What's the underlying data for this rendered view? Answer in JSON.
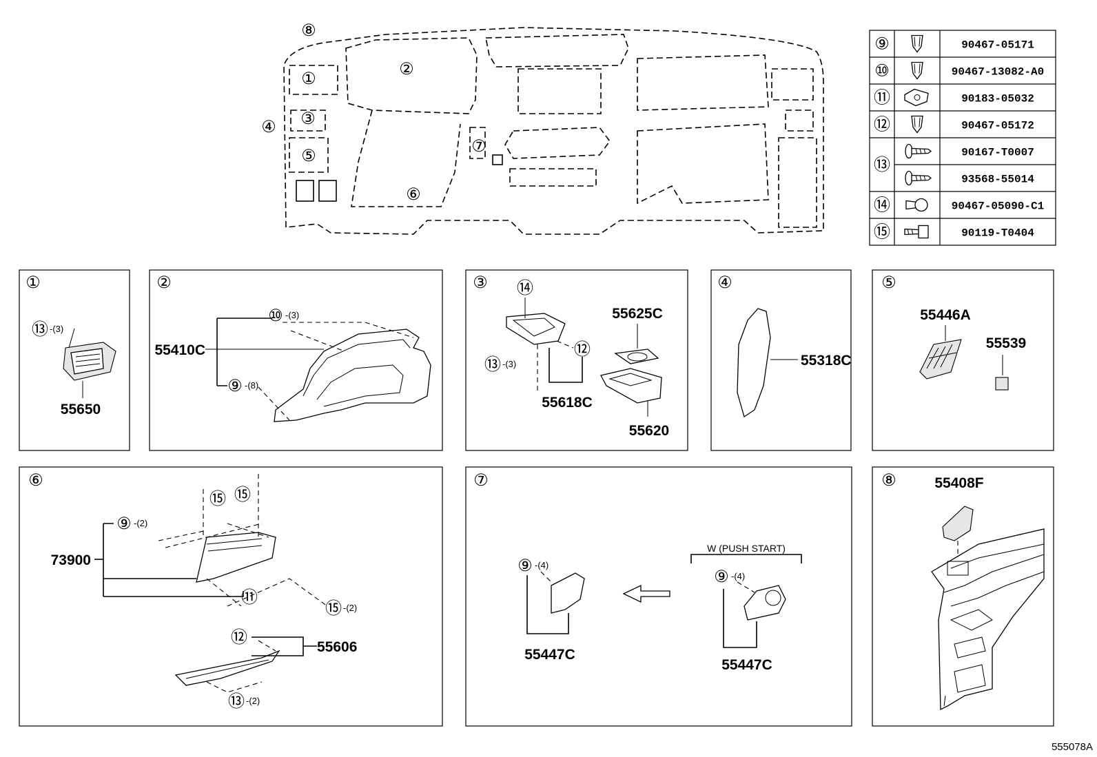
{
  "diagram_code": "555078A",
  "overview_labels": [
    "①",
    "②",
    "③",
    "④",
    "⑤",
    "⑥",
    "⑦",
    "⑧"
  ],
  "fastener_table": [
    {
      "ref": "⑨",
      "icon": "push-clip-icon",
      "part": "90467-05171"
    },
    {
      "ref": "⑩",
      "icon": "push-clip-icon",
      "part": "90467-13082-A0"
    },
    {
      "ref": "⑪",
      "icon": "nut-clip-icon",
      "part": "90183-05032"
    },
    {
      "ref": "⑫",
      "icon": "push-clip-icon",
      "part": "90467-05172"
    },
    {
      "ref": "⑬",
      "icon": "screw-icon",
      "part": "90167-T0007"
    },
    {
      "ref": "",
      "icon": "screw-icon",
      "part": "93568-55014"
    },
    {
      "ref": "⑭",
      "icon": "pin-clip-icon",
      "part": "90467-05090-C1"
    },
    {
      "ref": "⑮",
      "icon": "bolt-icon",
      "part": "90119-T0404"
    }
  ],
  "panels": {
    "p1": {
      "ref": "①",
      "parts": [
        "55650"
      ],
      "callouts": [
        {
          "ref": "⑬",
          "qty": "-(3)"
        }
      ]
    },
    "p2": {
      "ref": "②",
      "parts": [
        "55410C"
      ],
      "callouts": [
        {
          "ref": "⑩",
          "qty": "-(3)"
        },
        {
          "ref": "⑨",
          "qty": "-(8)"
        }
      ]
    },
    "p3": {
      "ref": "③",
      "parts": [
        "55625C",
        "55618C",
        "55620"
      ],
      "callouts": [
        {
          "ref": "⑭",
          "qty": ""
        },
        {
          "ref": "⑫",
          "qty": ""
        },
        {
          "ref": "⑬",
          "qty": "-(3)"
        }
      ]
    },
    "p4": {
      "ref": "④",
      "parts": [
        "55318C"
      ]
    },
    "p5": {
      "ref": "⑤",
      "parts": [
        "55446A",
        "55539"
      ]
    },
    "p6": {
      "ref": "⑥",
      "parts": [
        "73900",
        "55606"
      ],
      "callouts": [
        {
          "ref": "⑮",
          "qty": ""
        },
        {
          "ref": "⑮",
          "qty": ""
        },
        {
          "ref": "⑨",
          "qty": "-(2)"
        },
        {
          "ref": "⑪",
          "qty": ""
        },
        {
          "ref": "⑮",
          "qty": "-(2)"
        },
        {
          "ref": "⑫",
          "qty": ""
        },
        {
          "ref": "⑬",
          "qty": "-(2)"
        }
      ]
    },
    "p7": {
      "ref": "⑦",
      "parts": [
        "55447C",
        "55447C"
      ],
      "variant": "W (PUSH START)",
      "callouts": [
        {
          "ref": "⑨",
          "qty": "-(4)"
        },
        {
          "ref": "⑨",
          "qty": "-(4)"
        }
      ]
    },
    "p8": {
      "ref": "⑧",
      "parts": [
        "55408F"
      ]
    }
  }
}
